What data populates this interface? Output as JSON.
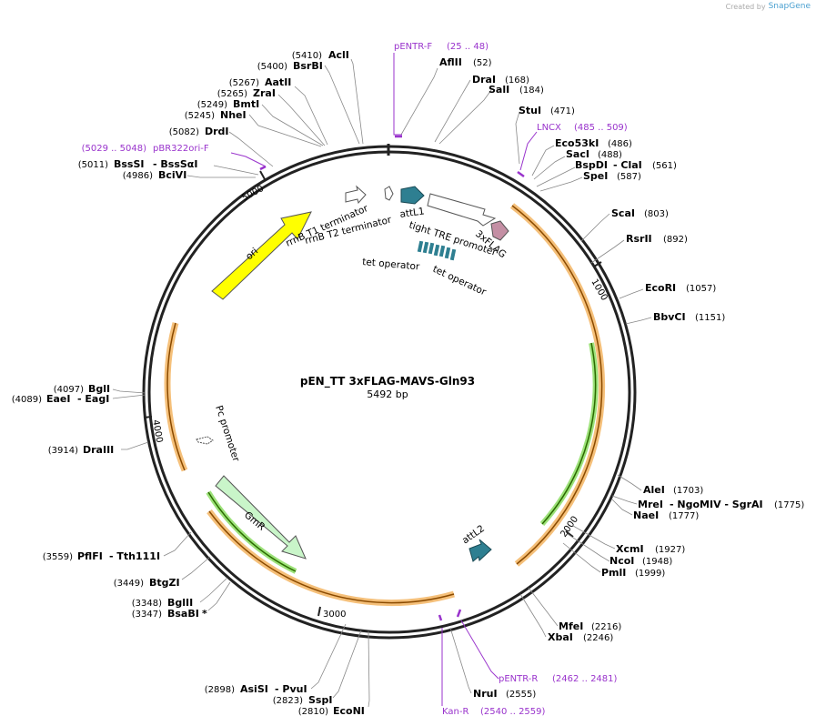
{
  "credit": {
    "prefix": "Created by",
    "brand": "SnapGene"
  },
  "plasmid": {
    "name": "pEN_TT 3xFLAG-MAVS-Gln93",
    "length_label": "5492 bp",
    "length": 5492
  },
  "ticks": [
    "1000",
    "2000",
    "3000",
    "4000",
    "5000"
  ],
  "enzymes_left": [
    {
      "pos": "(5410)",
      "name": "AclI"
    },
    {
      "pos": "(5400)",
      "name": "BsrBI"
    },
    {
      "pos": "(5267)",
      "name": "AatII"
    },
    {
      "pos": "(5265)",
      "name": "ZraI"
    },
    {
      "pos": "(5249)",
      "name": "BmtI"
    },
    {
      "pos": "(5245)",
      "name": "NheI"
    },
    {
      "pos": "(5082)",
      "name": "DrdI"
    },
    {
      "pos": "(5011)",
      "name": "BssSI",
      "extra": "- BssSαI"
    },
    {
      "pos": "(4986)",
      "name": "BciVI"
    },
    {
      "pos": "(4097)",
      "name": "BglI"
    },
    {
      "pos": "(4089)",
      "name": "EaeI",
      "extra": "- EagI"
    },
    {
      "pos": "(3914)",
      "name": "DraIII"
    },
    {
      "pos": "(3559)",
      "name": "PflFI",
      "extra": "- Tth111I"
    },
    {
      "pos": "(3449)",
      "name": "BtgZI"
    },
    {
      "pos": "(3348)",
      "name": "BglII"
    },
    {
      "pos": "(3347)",
      "name": "BsaBI",
      "extra": "*"
    },
    {
      "pos": "(2898)",
      "name": "AsiSI",
      "extra": "- PvuI"
    },
    {
      "pos": "(2823)",
      "name": "SspI"
    },
    {
      "pos": "(2810)",
      "name": "EcoNI"
    }
  ],
  "enzymes_right": [
    {
      "name": "AflII",
      "pos": "(52)"
    },
    {
      "name": "DraI",
      "pos": "(168)"
    },
    {
      "name": "SalI",
      "pos": "(184)"
    },
    {
      "name": "StuI",
      "pos": "(471)"
    },
    {
      "name": "Eco53kI",
      "pos": "(486)"
    },
    {
      "name": "SacI",
      "pos": "(488)"
    },
    {
      "name": "BspDI",
      "extra": "- ClaI",
      "pos": "(561)"
    },
    {
      "name": "SpeI",
      "pos": "(587)"
    },
    {
      "name": "ScaI",
      "pos": "(803)"
    },
    {
      "name": "RsrII",
      "pos": "(892)"
    },
    {
      "name": "EcoRI",
      "pos": "(1057)"
    },
    {
      "name": "BbvCI",
      "pos": "(1151)"
    },
    {
      "name": "AleI",
      "pos": "(1703)"
    },
    {
      "name": "MreI",
      "extra": "- NgoMIV   - SgrAI",
      "pos": "(1775)"
    },
    {
      "name": "NaeI",
      "pos": "(1777)"
    },
    {
      "name": "XcmI",
      "pos": "(1927)"
    },
    {
      "name": "NcoI",
      "pos": "(1948)"
    },
    {
      "name": "PmlI",
      "pos": "(1999)"
    },
    {
      "name": "MfeI",
      "pos": "(2216)"
    },
    {
      "name": "XbaI",
      "pos": "(2246)"
    },
    {
      "name": "NruI",
      "pos": "(2555)"
    }
  ],
  "primers": [
    {
      "name": "pENTR-F",
      "range": "(25 .. 48)"
    },
    {
      "name": "LNCX",
      "range": "(485 .. 509)"
    },
    {
      "name": "pBR322ori-F",
      "range": "(5029 .. 5048)"
    },
    {
      "name": "pENTR-R",
      "range": "(2462 .. 2481)"
    },
    {
      "name": "Kan-R",
      "range": "(2540 .. 2559)"
    }
  ],
  "features": {
    "rrnB_T1": "rrnB T1 terminator",
    "rrnB_T2": "rrnB T2 terminator",
    "attL1": "attL1",
    "tight_tre": "tight TRE promoter",
    "flag": "3xFLAG",
    "tet_op1": "tet operator",
    "tet_op2": "tet operator",
    "ori": "ori",
    "pc_promoter": "Pc promoter",
    "gmr": "GmR",
    "attL2": "attL2"
  },
  "colors": {
    "ori": "#ffff00",
    "gmr": "#c9f5c9",
    "attl": "#2e7f91",
    "flag": "#c48fa4",
    "orf_orange": "#f5c07a",
    "orf_green": "#9de27a",
    "primer": "#9933cc",
    "backbone": "#222222"
  }
}
